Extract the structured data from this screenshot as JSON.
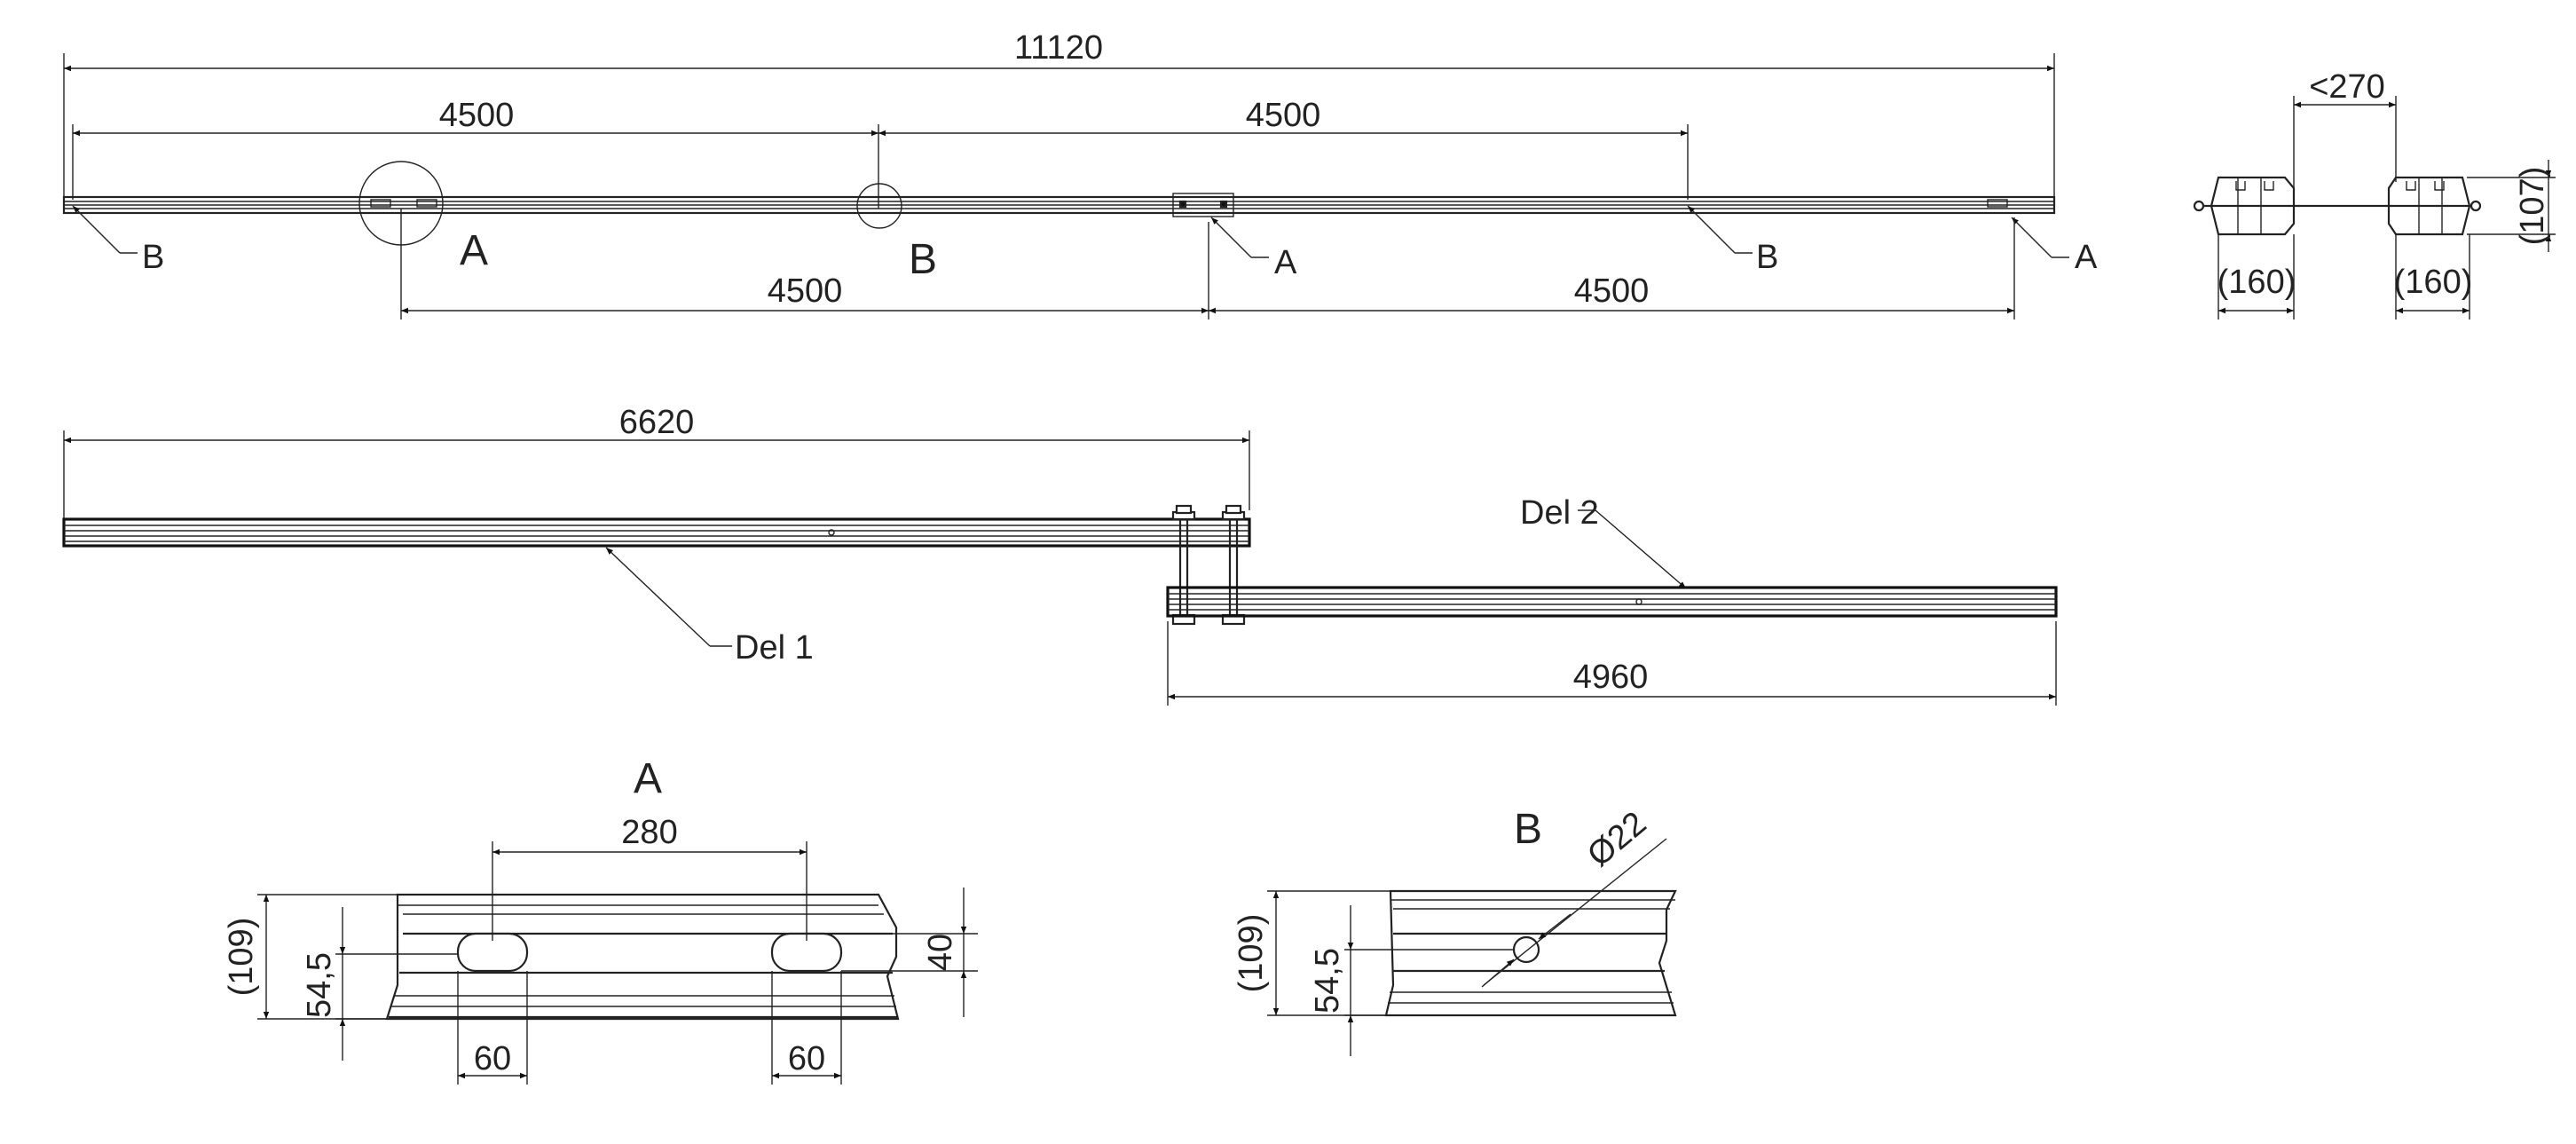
{
  "top_view": {
    "overall": "11120",
    "spacing_top_left": "4500",
    "spacing_top_right": "4500",
    "spacing_bottom_left": "4500",
    "spacing_bottom_right": "4500",
    "callout_b_left": "B",
    "callout_a_large": "A",
    "callout_b_large": "B",
    "callout_a_mid": "A",
    "callout_b_right": "B",
    "callout_a_right": "A"
  },
  "end_view": {
    "gap": "<270",
    "height": "(107)",
    "width_left": "(160)",
    "width_right": "(160)"
  },
  "parts": {
    "del1_length": "6620",
    "del1_label": "Del 1",
    "del2_label": "Del 2",
    "del2_length": "4960"
  },
  "detail_a": {
    "title": "A",
    "slot_spacing": "280",
    "height_total": "(109)",
    "height_center": "54,5",
    "slot_height": "40",
    "slot_width_left": "60",
    "slot_width_right": "60"
  },
  "detail_b": {
    "title": "B",
    "hole_diameter": "Ø22",
    "height_total": "(109)",
    "height_center": "54,5"
  }
}
